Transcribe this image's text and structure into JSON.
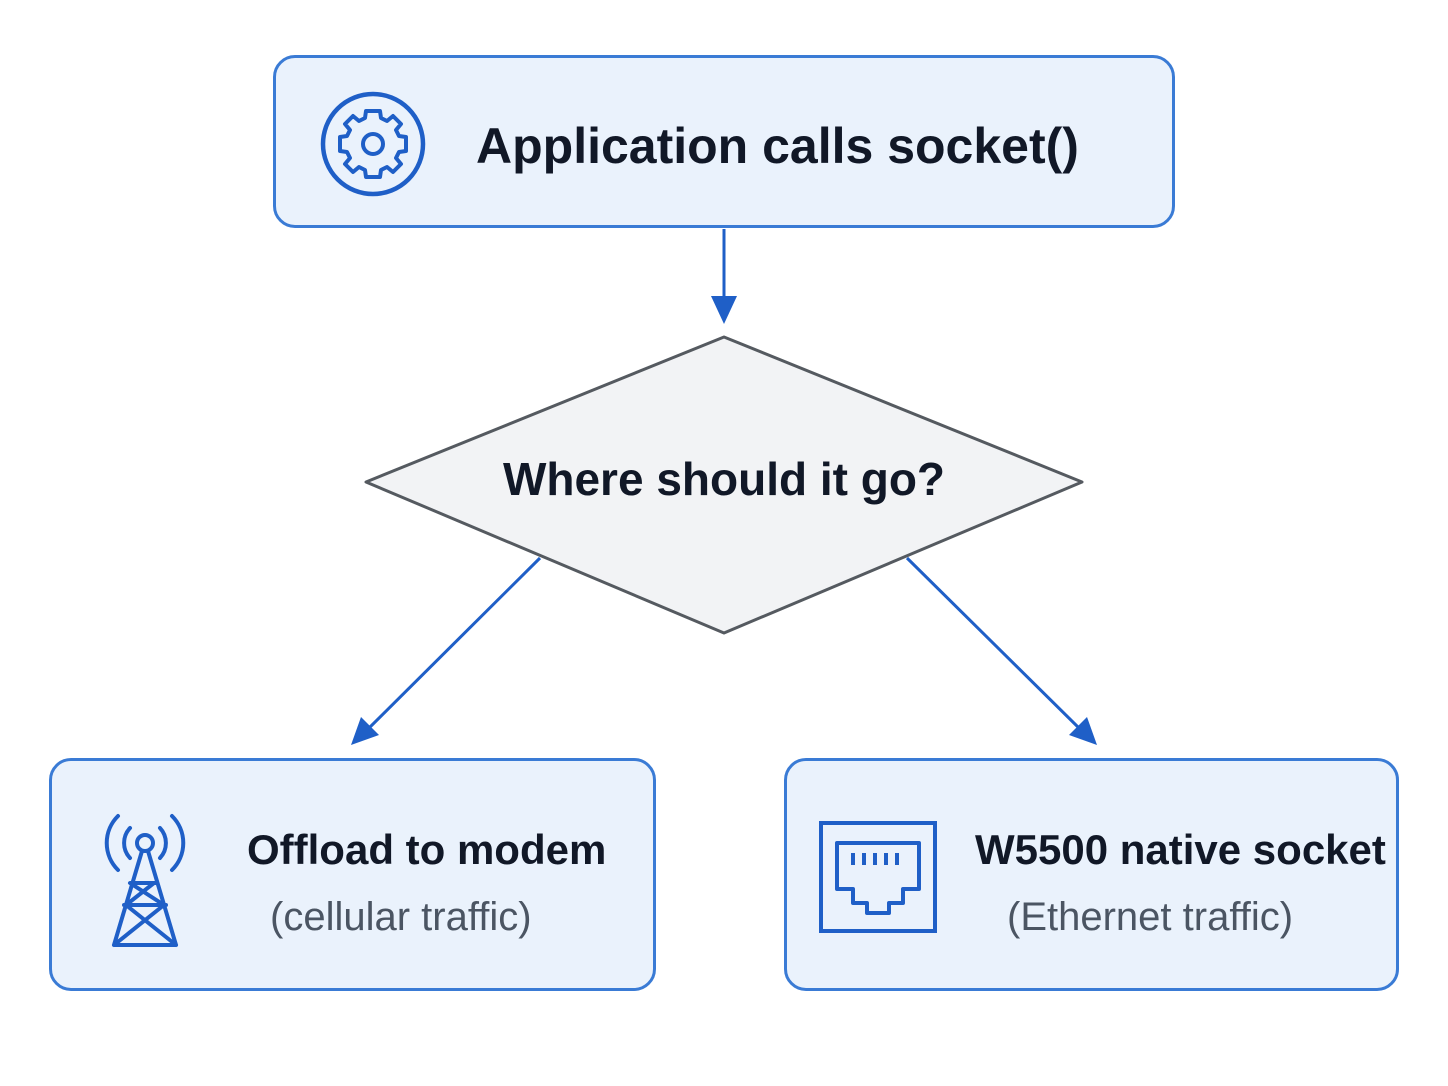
{
  "nodes": {
    "start": {
      "label": "Application calls socket()",
      "icon": "gear-icon"
    },
    "decision": {
      "label": "Where should it go?"
    },
    "left": {
      "title": "Offload to modem",
      "caption": "(cellular traffic)",
      "icon": "cell-tower-icon"
    },
    "right": {
      "title": "W5500 native socket",
      "caption": "(Ethernet traffic)",
      "icon": "ethernet-port-icon"
    }
  },
  "colors": {
    "accent": "#1f5fc7",
    "node_fill": "#eaf2fc",
    "node_border": "#3a7bd5",
    "decision_fill": "#f2f3f5",
    "decision_border": "#555a60",
    "text": "#111827",
    "caption": "#4b5563"
  }
}
